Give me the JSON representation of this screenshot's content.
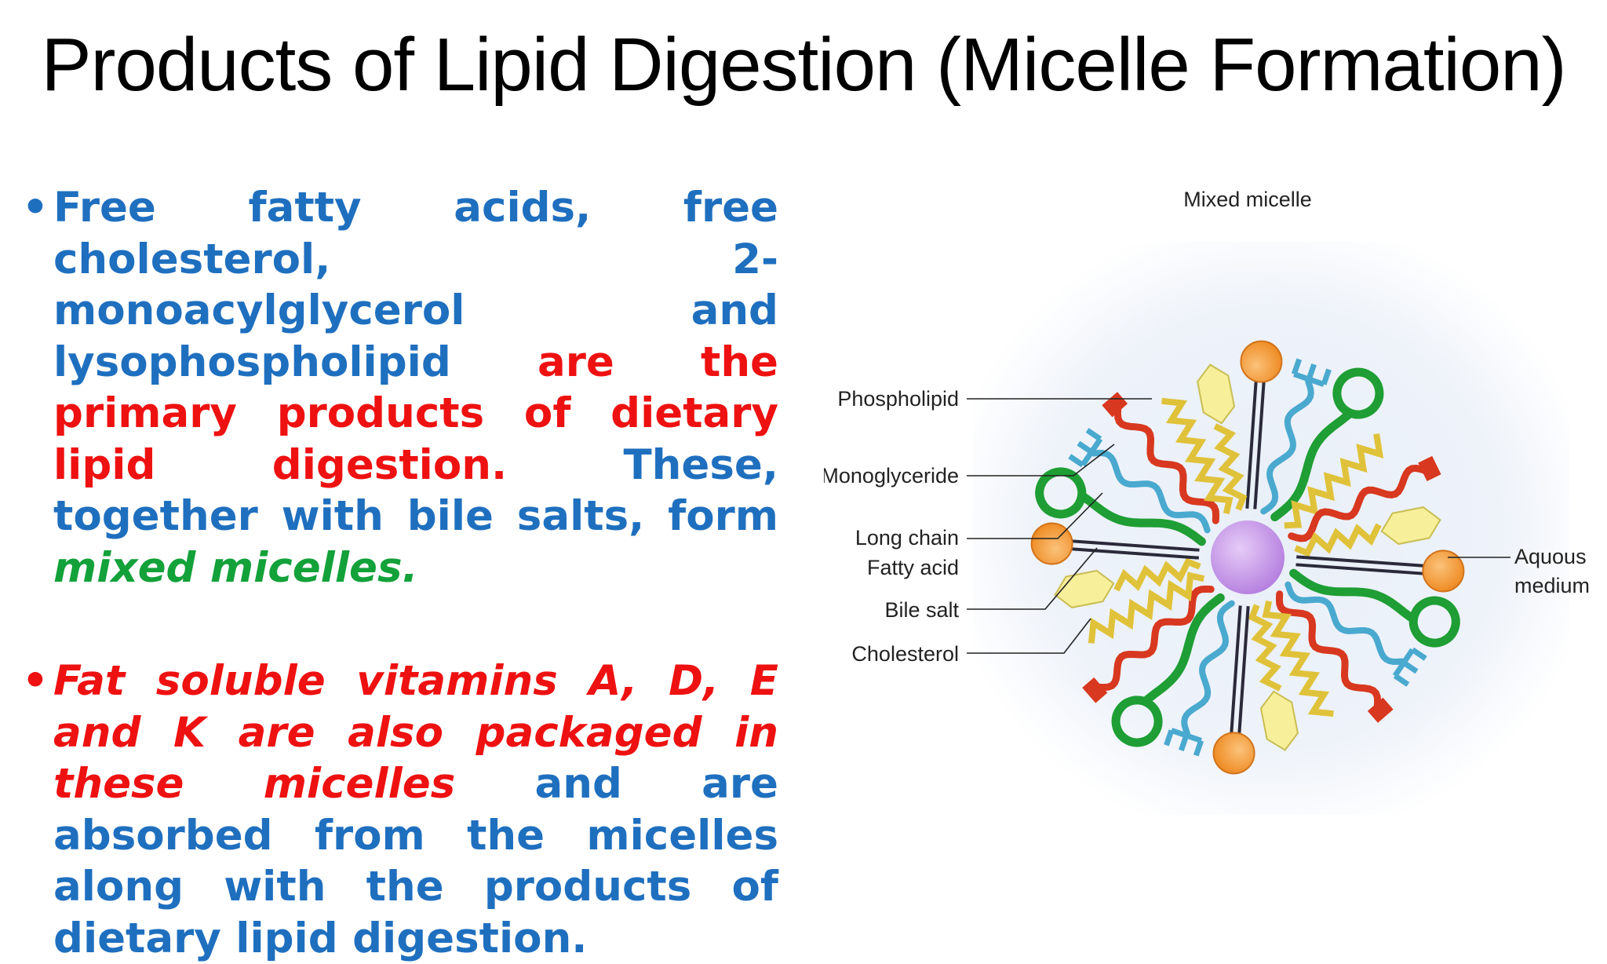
{
  "title": "Products of Lipid Digestion (Micelle Formation)",
  "bullets": [
    {
      "segments": [
        {
          "text": "Free fatty acids, free cholesterol, 2-monoacylglycerol and lysophospholipid ",
          "color": "blue",
          "italic": false
        },
        {
          "text": "are the primary products of dietary lipid digestion.",
          "color": "red",
          "italic": false
        },
        {
          "text": " These, together with bile salts, form ",
          "color": "blue",
          "italic": false
        },
        {
          "text": "mixed micelles.",
          "color": "green",
          "italic": true
        }
      ]
    },
    {
      "segments": [
        {
          "text": "Fat soluble vitamins A, D, E and K are also packaged in these micelles",
          "color": "red",
          "italic": true
        },
        {
          "text": " and are absorbed from the micelles along with the products of dietary lipid digestion.",
          "color": "blue",
          "italic": false
        }
      ]
    }
  ],
  "diagram": {
    "heading": "Mixed micelle",
    "labels": {
      "phospholipid": "Phospholipid",
      "monoglyceride": "Monoglyceride",
      "long_chain": "Long chain",
      "fatty_acid": "Fatty acid",
      "bile_salt": "Bile salt",
      "cholesterol": "Cholesterol",
      "aquous": "Aquous",
      "medium": "medium"
    },
    "colors": {
      "phospholipid": "#f2962e",
      "monoglyceride": "#1e9e34",
      "fatty_acid": "#d8381f",
      "bile_salt": "#4aa9cf",
      "cholesterol": "#f7ef9a",
      "core": "#c79be6",
      "zigzag": "#e0c23a"
    }
  }
}
